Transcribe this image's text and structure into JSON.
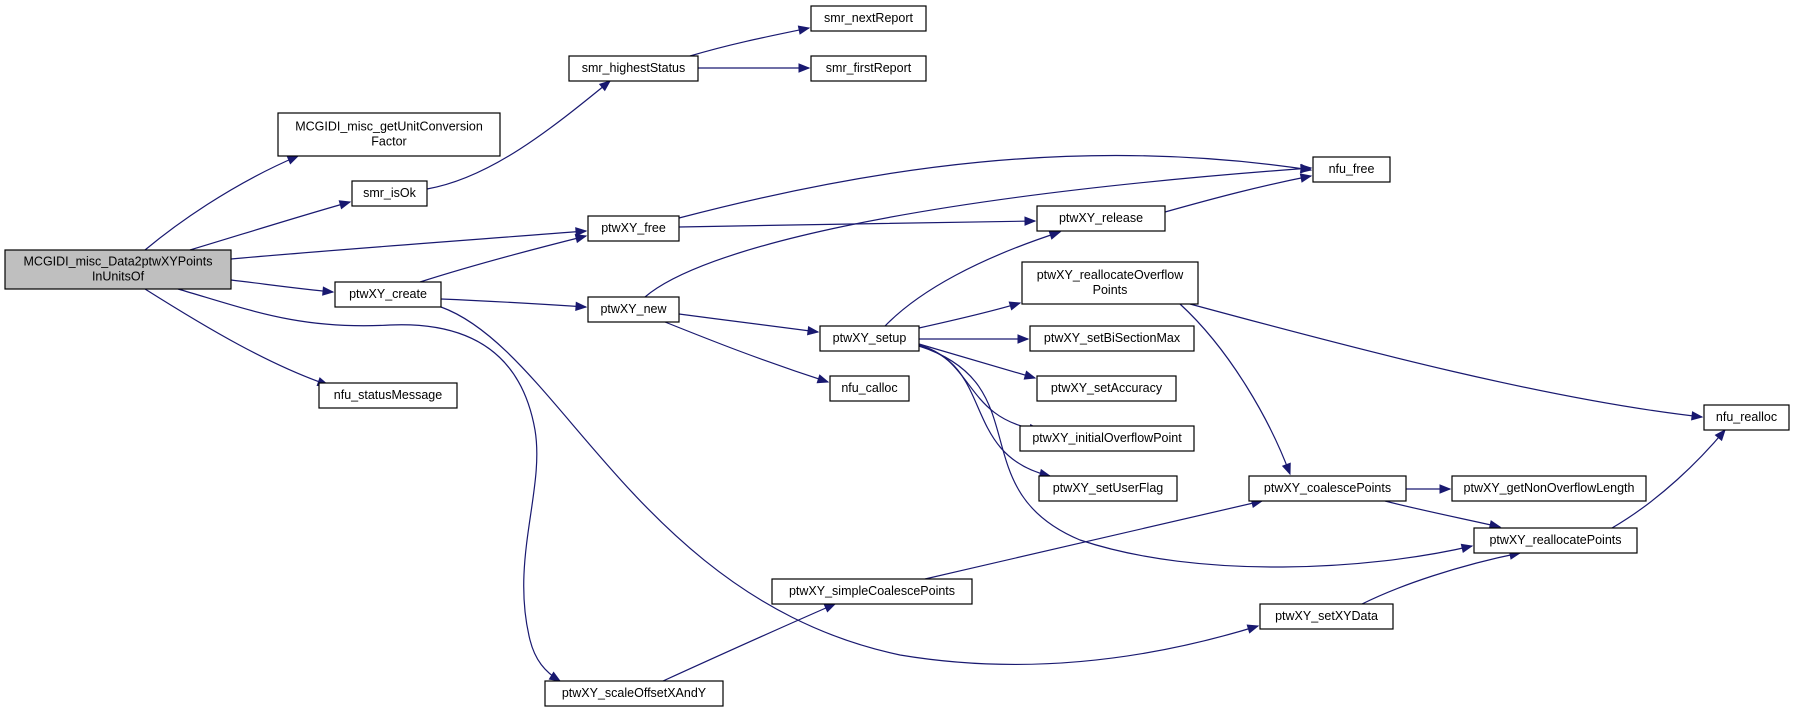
{
  "graph": {
    "colors": {
      "edge": "#191970",
      "root_fill": "#bfbfbf",
      "node_fill": "#ffffff",
      "node_border": "#000000"
    },
    "nodes": [
      {
        "id": "root",
        "lines": [
          "MCGIDI_misc_Data2ptwXYPoints",
          "InUnitsOf"
        ],
        "highlight": true
      },
      {
        "id": "getUnitConv",
        "lines": [
          "MCGIDI_misc_getUnitConversion",
          "Factor"
        ]
      },
      {
        "id": "smr_isOk",
        "lines": [
          "smr_isOk"
        ]
      },
      {
        "id": "nfu_statusMessage",
        "lines": [
          "nfu_statusMessage"
        ]
      },
      {
        "id": "ptwXY_create",
        "lines": [
          "ptwXY_create"
        ]
      },
      {
        "id": "ptwXY_free",
        "lines": [
          "ptwXY_free"
        ]
      },
      {
        "id": "ptwXY_new",
        "lines": [
          "ptwXY_new"
        ]
      },
      {
        "id": "smr_highestStatus",
        "lines": [
          "smr_highestStatus"
        ]
      },
      {
        "id": "smr_nextReport",
        "lines": [
          "smr_nextReport"
        ]
      },
      {
        "id": "smr_firstReport",
        "lines": [
          "smr_firstReport"
        ]
      },
      {
        "id": "nfu_free",
        "lines": [
          "nfu_free"
        ]
      },
      {
        "id": "ptwXY_release",
        "lines": [
          "ptwXY_release"
        ]
      },
      {
        "id": "ptwXY_setup",
        "lines": [
          "ptwXY_setup"
        ]
      },
      {
        "id": "nfu_calloc",
        "lines": [
          "nfu_calloc"
        ]
      },
      {
        "id": "ptwXY_reallocateOverflowPoints",
        "lines": [
          "ptwXY_reallocateOverflow",
          "Points"
        ]
      },
      {
        "id": "ptwXY_setBiSectionMax",
        "lines": [
          "ptwXY_setBiSectionMax"
        ]
      },
      {
        "id": "ptwXY_setAccuracy",
        "lines": [
          "ptwXY_setAccuracy"
        ]
      },
      {
        "id": "ptwXY_initialOverflowPoint",
        "lines": [
          "ptwXY_initialOverflowPoint"
        ]
      },
      {
        "id": "ptwXY_setUserFlag",
        "lines": [
          "ptwXY_setUserFlag"
        ]
      },
      {
        "id": "ptwXY_coalescePoints",
        "lines": [
          "ptwXY_coalescePoints"
        ]
      },
      {
        "id": "ptwXY_getNonOverflowLength",
        "lines": [
          "ptwXY_getNonOverflowLength"
        ]
      },
      {
        "id": "ptwXY_reallocatePoints",
        "lines": [
          "ptwXY_reallocatePoints"
        ]
      },
      {
        "id": "nfu_realloc",
        "lines": [
          "nfu_realloc"
        ]
      },
      {
        "id": "ptwXY_simpleCoalescePoints",
        "lines": [
          "ptwXY_simpleCoalescePoints"
        ]
      },
      {
        "id": "ptwXY_setXYData",
        "lines": [
          "ptwXY_setXYData"
        ]
      },
      {
        "id": "ptwXY_scaleOffsetXAndY",
        "lines": [
          "ptwXY_scaleOffsetXAndY"
        ]
      }
    ],
    "edges": [
      [
        "root",
        "getUnitConv"
      ],
      [
        "root",
        "smr_isOk"
      ],
      [
        "root",
        "ptwXY_free"
      ],
      [
        "root",
        "ptwXY_create"
      ],
      [
        "root",
        "nfu_statusMessage"
      ],
      [
        "root",
        "ptwXY_scaleOffsetXAndY"
      ],
      [
        "smr_isOk",
        "smr_highestStatus"
      ],
      [
        "smr_highestStatus",
        "smr_nextReport"
      ],
      [
        "smr_highestStatus",
        "smr_firstReport"
      ],
      [
        "ptwXY_free",
        "nfu_free"
      ],
      [
        "ptwXY_free",
        "ptwXY_release"
      ],
      [
        "ptwXY_release",
        "nfu_free"
      ],
      [
        "ptwXY_create",
        "ptwXY_free"
      ],
      [
        "ptwXY_create",
        "ptwXY_new"
      ],
      [
        "ptwXY_create",
        "ptwXY_setXYData"
      ],
      [
        "ptwXY_new",
        "nfu_free"
      ],
      [
        "ptwXY_new",
        "ptwXY_setup"
      ],
      [
        "ptwXY_new",
        "nfu_calloc"
      ],
      [
        "ptwXY_setup",
        "ptwXY_release"
      ],
      [
        "ptwXY_setup",
        "ptwXY_reallocateOverflowPoints"
      ],
      [
        "ptwXY_setup",
        "ptwXY_setBiSectionMax"
      ],
      [
        "ptwXY_setup",
        "ptwXY_setAccuracy"
      ],
      [
        "ptwXY_setup",
        "ptwXY_initialOverflowPoint"
      ],
      [
        "ptwXY_setup",
        "ptwXY_setUserFlag"
      ],
      [
        "ptwXY_setup",
        "ptwXY_reallocatePoints"
      ],
      [
        "ptwXY_reallocateOverflowPoints",
        "nfu_realloc"
      ],
      [
        "ptwXY_reallocateOverflowPoints",
        "ptwXY_coalescePoints"
      ],
      [
        "ptwXY_coalescePoints",
        "ptwXY_getNonOverflowLength"
      ],
      [
        "ptwXY_coalescePoints",
        "ptwXY_reallocatePoints"
      ],
      [
        "ptwXY_reallocatePoints",
        "nfu_realloc"
      ],
      [
        "ptwXY_simpleCoalescePoints",
        "ptwXY_coalescePoints"
      ],
      [
        "ptwXY_setXYData",
        "ptwXY_reallocatePoints"
      ],
      [
        "ptwXY_scaleOffsetXAndY",
        "ptwXY_simpleCoalescePoints"
      ]
    ]
  }
}
